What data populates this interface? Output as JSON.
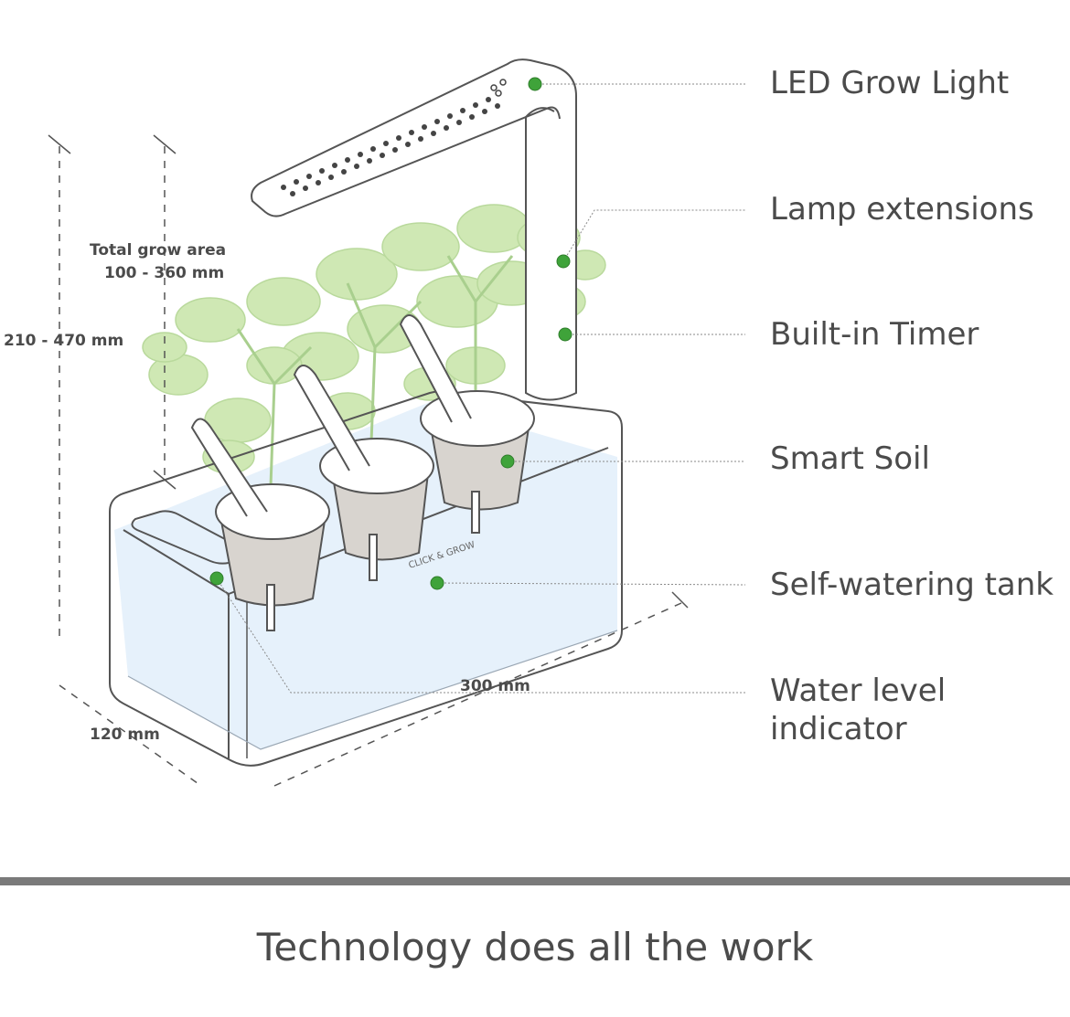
{
  "diagram": {
    "features": [
      {
        "label": "LED Grow Light"
      },
      {
        "label": "Lamp extensions"
      },
      {
        "label": "Built-in Timer"
      },
      {
        "label": "Smart Soil"
      },
      {
        "label": "Self-watering tank"
      },
      {
        "label": "Water level indicator",
        "line1": "Water level",
        "line2": "indicator"
      }
    ],
    "dimensions": {
      "grow_area_title": "Total grow area",
      "grow_area_range": "100 - 360 mm",
      "height_range": "210 - 470 mm",
      "length": "300 mm",
      "depth": "120 mm"
    },
    "brand_mark": "CLICK & GROW",
    "colors": {
      "callout_dot": "#3fa33a",
      "foliage": "#cfe8b4",
      "water": "#e6f1fb",
      "outline": "#555555"
    }
  },
  "footer": {
    "title": "Technology does all the work"
  }
}
